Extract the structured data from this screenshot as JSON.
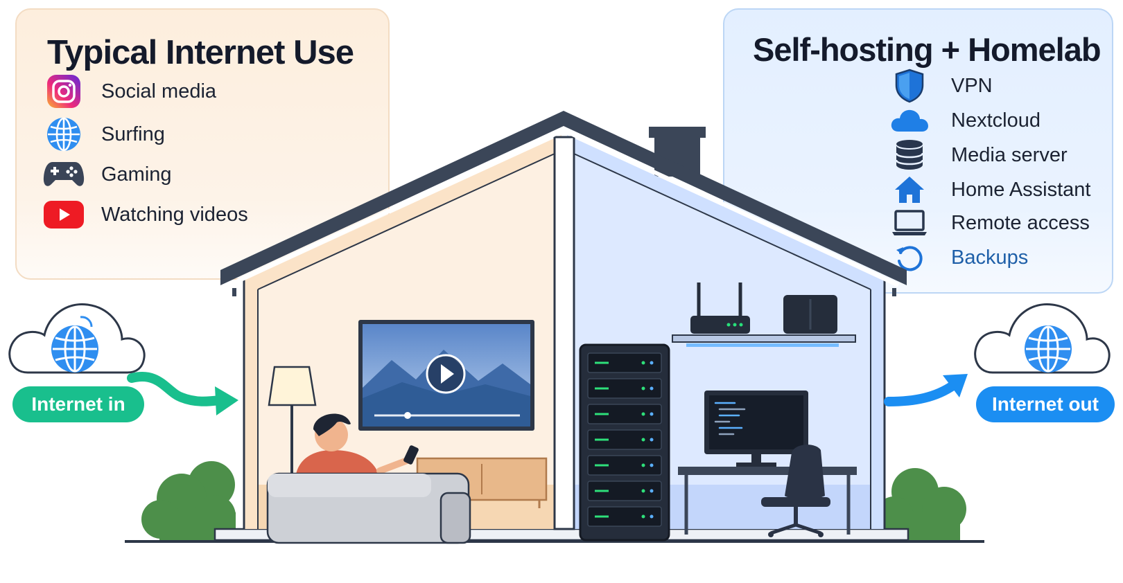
{
  "left_panel": {
    "title": "Typical Internet Use",
    "items": [
      {
        "label": "Social media",
        "icon": "instagram-icon"
      },
      {
        "label": "Surfing",
        "icon": "globe-icon"
      },
      {
        "label": "Gaming",
        "icon": "gamepad-icon"
      },
      {
        "label": "Watching videos",
        "icon": "youtube-icon"
      }
    ]
  },
  "right_panel": {
    "title": "Self-hosting + Homelab",
    "items": [
      {
        "label": "VPN",
        "icon": "shield-icon"
      },
      {
        "label": "Nextcloud",
        "icon": "cloud-icon"
      },
      {
        "label": "Media server",
        "icon": "database-icon"
      },
      {
        "label": "Home Assistant",
        "icon": "home-icon"
      },
      {
        "label": "Remote access",
        "icon": "laptop-icon"
      },
      {
        "label": "Backups",
        "icon": "backup-icon"
      }
    ]
  },
  "flows": {
    "in_label": "Internet in",
    "out_label": "Internet out"
  },
  "colors": {
    "green": "#19bf8d",
    "blue": "#1b8ef2",
    "roof": "#3b4658",
    "warm_room": "#fbe3c8",
    "cool_room": "#cfe0ff"
  }
}
